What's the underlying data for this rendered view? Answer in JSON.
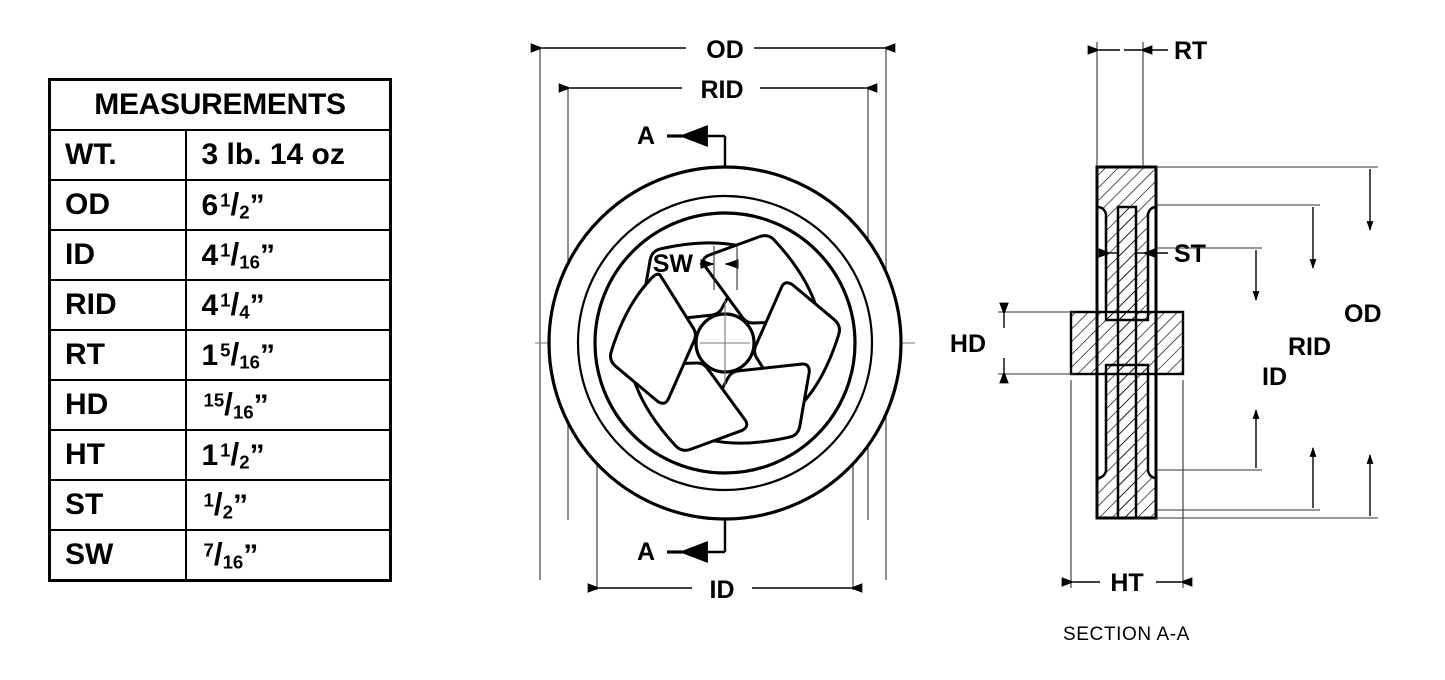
{
  "table": {
    "title": "MEASUREMENTS",
    "rows": [
      {
        "label": "WT.",
        "value_plain": "3 lb. 14 oz",
        "type": "text"
      },
      {
        "label": "OD",
        "value_plain": "6 1/2\"",
        "type": "frac",
        "whole": "6",
        "num": "1",
        "den": "2"
      },
      {
        "label": "ID",
        "value_plain": "4 1/16\"",
        "type": "frac",
        "whole": "4",
        "num": "1",
        "den": "16"
      },
      {
        "label": "RID",
        "value_plain": "4 1/4\"",
        "type": "frac",
        "whole": "4",
        "num": "1",
        "den": "4"
      },
      {
        "label": "RT",
        "value_plain": "1 5/16\"",
        "type": "frac",
        "whole": "1",
        "num": "5",
        "den": "16"
      },
      {
        "label": "HD",
        "value_plain": "15/16\"",
        "type": "frac",
        "whole": "",
        "num": "15",
        "den": "16"
      },
      {
        "label": "HT",
        "value_plain": "1 1/2\"",
        "type": "frac",
        "whole": "1",
        "num": "1",
        "den": "2"
      },
      {
        "label": "ST",
        "value_plain": "1/2\"",
        "type": "frac",
        "whole": "",
        "num": "1",
        "den": "2"
      },
      {
        "label": "SW",
        "value_plain": "7/16\"",
        "type": "frac",
        "whole": "",
        "num": "7",
        "den": "16"
      }
    ],
    "inch_mark": "”",
    "slash": "/"
  },
  "front_view": {
    "dim_od": "OD",
    "dim_rid": "RID",
    "dim_id": "ID",
    "dim_sw": "SW",
    "section_mark_top": "A",
    "section_mark_bottom": "A"
  },
  "section_view": {
    "dim_rt": "RT",
    "dim_st": "ST",
    "dim_hd": "HD",
    "dim_ht": "HT",
    "dim_od": "OD",
    "dim_rid": "RID",
    "dim_id": "ID",
    "caption": "SECTION A-A"
  },
  "colors": {
    "ink": "#000000",
    "background": "#ffffff",
    "thin_line": "#333333",
    "ghost_line": "#cfcfcf",
    "center_line": "#777777"
  }
}
